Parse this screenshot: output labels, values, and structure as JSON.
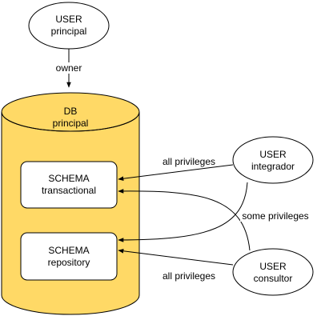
{
  "diagram": {
    "user_principal": {
      "line1": "USER",
      "line2": "principal"
    },
    "db": {
      "line1": "DB",
      "line2": "principal"
    },
    "schema_transactional": {
      "line1": "SCHEMA",
      "line2": "transactional"
    },
    "schema_repository": {
      "line1": "SCHEMA",
      "line2": "repository"
    },
    "user_integrador": {
      "line1": "USER",
      "line2": "integrador"
    },
    "user_consultor": {
      "line1": "USER",
      "line2": "consultor"
    },
    "edges": {
      "owner": "owner",
      "integrador_to_transactional": "all privileges",
      "consultor_to_repository": "all privileges",
      "cross": "some privileges"
    }
  },
  "colors": {
    "cylinder_fill": "#ffd966",
    "stroke": "#000000",
    "node_fill": "#ffffff"
  }
}
